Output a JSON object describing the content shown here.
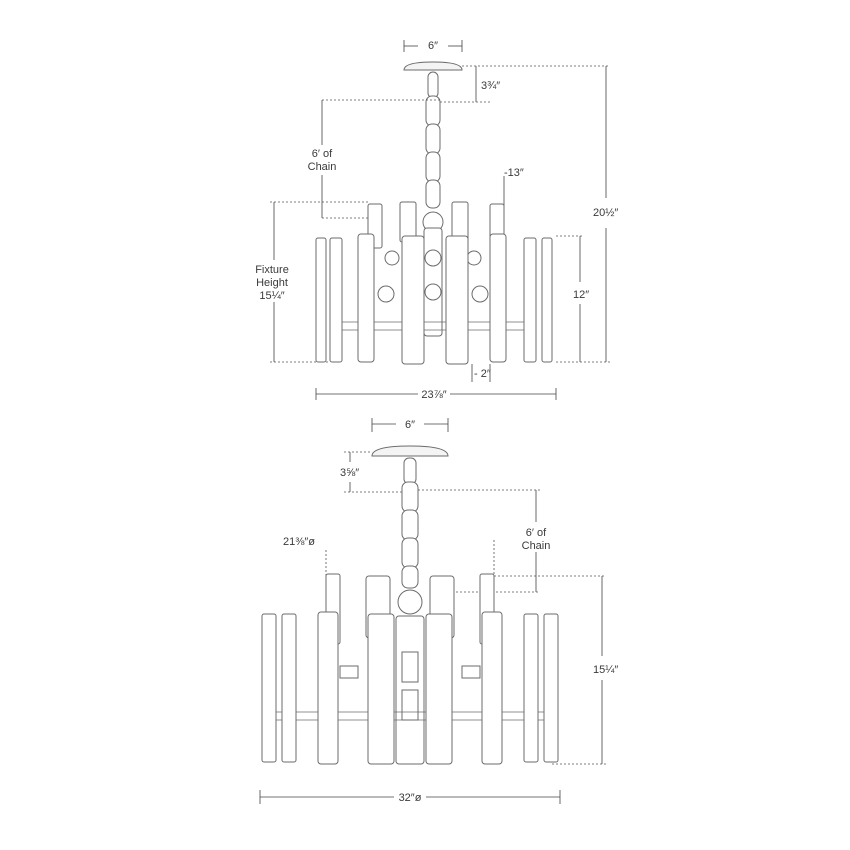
{
  "top_view": {
    "canopy_width": "6″",
    "canopy_height": "3¾″",
    "chain_line1": "6′ of",
    "chain_line2": "Chain",
    "top_offset": "-13″",
    "overall_height": "20½″",
    "fixture_line1": "Fixture",
    "fixture_line2": "Height",
    "fixture_line3": "15¼″",
    "body_height": "12″",
    "bottom_offset": "- 2″",
    "width": "23⅞″"
  },
  "bottom_view": {
    "canopy_width": "6″",
    "canopy_height": "3⅝″",
    "chain_line1": "6′ of",
    "chain_line2": "Chain",
    "inner_diameter": "21⅜″ø",
    "fixture_height": "15¼″",
    "width": "32″ø"
  }
}
